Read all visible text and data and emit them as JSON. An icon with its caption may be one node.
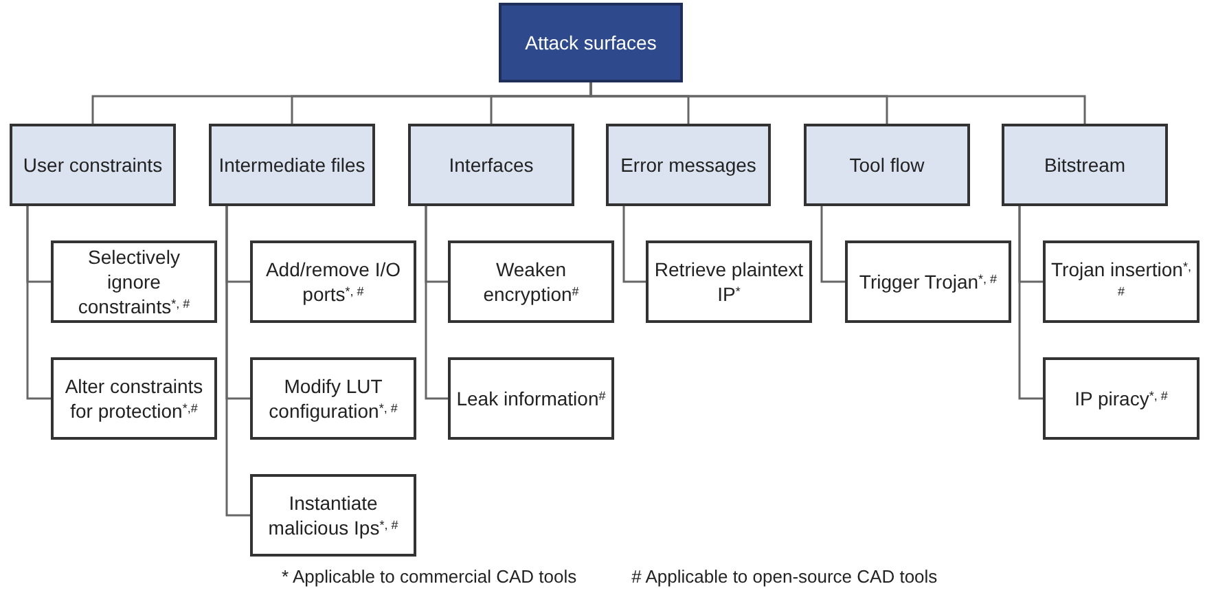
{
  "diagram": {
    "nodes": [
      {
        "text": [
          "Attack surfaces"
        ]
      },
      {
        "text": [
          "User constraints"
        ]
      },
      {
        "text": [
          "Selectively ignore constraints$^{*, #}$"
        ]
      },
      {
        "text": [
          "Alter constraints for protection$^{*,#}$"
        ]
      },
      {
        "text": [
          "Intermediate files"
        ]
      },
      {
        "text": [
          "Add/remove I/O ports$^{*, #}$"
        ]
      },
      {
        "text": [
          "Modify LUT configuration$^{*, #}$"
        ]
      },
      {
        "text": [
          "Instantiate malicious Ips$^{*, #}$"
        ]
      },
      {
        "text": [
          "Interfaces"
        ]
      },
      {
        "text": [
          "Weaken encryption$^{#}$"
        ]
      },
      {
        "text": [
          "Leak information$^{#}$"
        ]
      },
      {
        "text": [
          "Error messages"
        ]
      },
      {
        "text": [
          "Retrieve plaintext IP$^{*}$"
        ]
      },
      {
        "text": [
          "Tool flow"
        ]
      },
      {
        "text": [
          "Trigger Trojan$^{*, #}$"
        ]
      },
      {
        "text": [
          "Bitstream"
        ]
      },
      {
        "text": [
          "Trojan insertion$^{*, #}$"
        ]
      },
      {
        "text": [
          "IP piracy$^{*, #}$"
        ]
      }
    ],
    "edges": [
      {
        "from": 0,
        "to": 1,
        "arrow": "none"
      },
      {
        "from": 0,
        "to": 4,
        "arrow": "none"
      },
      {
        "from": 0,
        "to": 8,
        "arrow": "none"
      },
      {
        "from": 0,
        "to": 11,
        "arrow": "none"
      },
      {
        "from": 0,
        "to": 13,
        "arrow": "none"
      },
      {
        "from": 0,
        "to": 15,
        "arrow": "none"
      },
      {
        "from": 1,
        "to": 2,
        "arrow": "none"
      },
      {
        "from": 1,
        "to": 3,
        "arrow": "none"
      },
      {
        "from": 4,
        "to": 5,
        "arrow": "none"
      },
      {
        "from": 4,
        "to": 6,
        "arrow": "none"
      },
      {
        "from": 4,
        "to": 7,
        "arrow": "none"
      },
      {
        "from": 8,
        "to": 9,
        "arrow": "none"
      },
      {
        "from": 8,
        "to": 10,
        "arrow": "none"
      },
      {
        "from": 11,
        "to": 12,
        "arrow": "none"
      },
      {
        "from": 13,
        "to": 14,
        "arrow": "none"
      },
      {
        "from": 15,
        "to": 16,
        "arrow": "none"
      },
      {
        "from": 15,
        "to": 17,
        "arrow": "none"
      }
    ],
    "labels": [
      "* Applicable to commercial CAD tools",
      "# Applicable to open-source CAD tools"
    ]
  }
}
